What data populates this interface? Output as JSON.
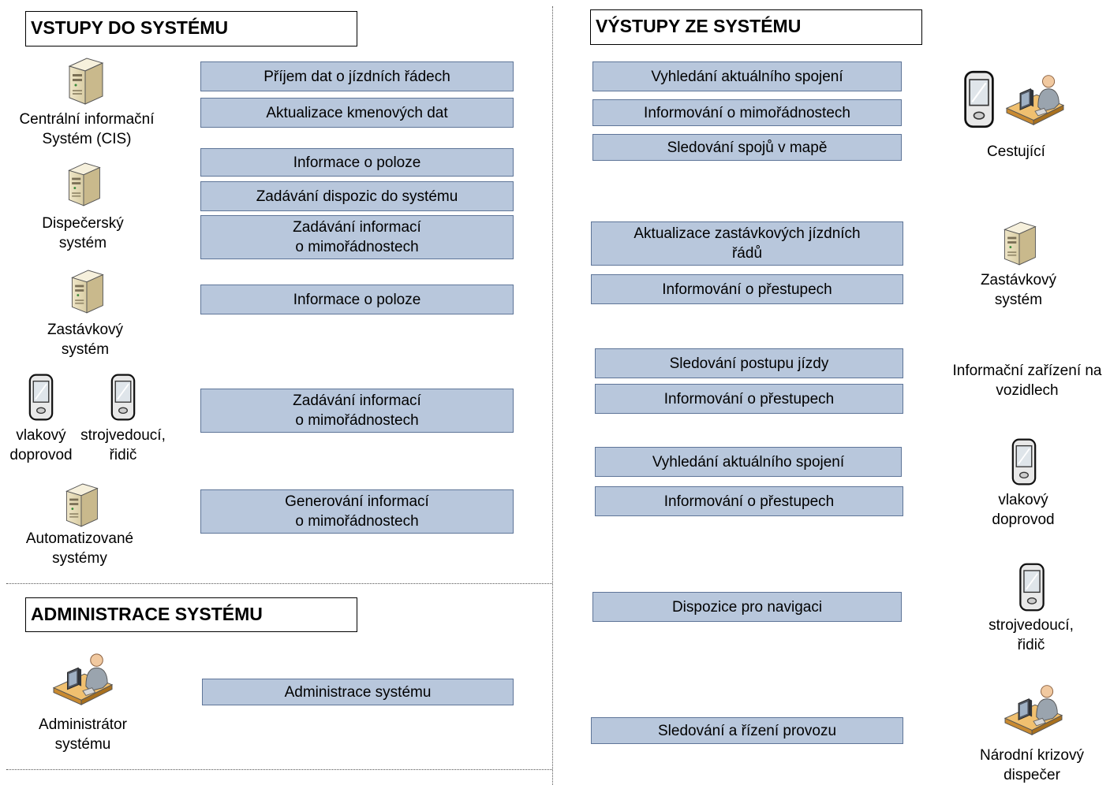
{
  "inputs": {
    "title": "VSTUPY DO SYSTÉMU",
    "actors": [
      {
        "label": "Centrální informační\nSystém (CIS)",
        "icon": "server-icon"
      },
      {
        "label": "Dispečerský\nsystém",
        "icon": "server-icon"
      },
      {
        "label": "Zastávkový\nsystém",
        "icon": "server-icon"
      },
      {
        "label": "vlakový\ndoprovod",
        "icon": "pda-icon"
      },
      {
        "label": "strojvedoucí,\nřidič",
        "icon": "pda-icon"
      },
      {
        "label": "Automatizované\nsystémy",
        "icon": "server-icon"
      }
    ],
    "functions": [
      "Příjem dat o jízdních řádech",
      "Aktualizace kmenových dat",
      "Informace o poloze",
      "Zadávání dispozic do systému",
      "Zadávání informací\no mimořádnostech",
      "Informace o poloze",
      "Zadávání informací\no mimořádnostech",
      "Generování informací\no mimořádnostech"
    ]
  },
  "admin": {
    "title": "ADMINISTRACE SYSTÉMU",
    "actor": {
      "label": "Administrátor\nsystému",
      "icon": "operator-icon"
    },
    "function": "Administrace systému"
  },
  "outputs": {
    "title": "VÝSTUPY ZE SYSTÉMU",
    "functions": [
      "Vyhledání aktuálního spojení",
      "Informování o mimořádnostech",
      "Sledování spojů v mapě",
      "Aktualizace zastávkových jízdních\nřádů",
      "Informování o přestupech",
      "Sledování postupu jízdy",
      "Informování o přestupech",
      "Vyhledání aktuálního spojení",
      "Informování o přestupech",
      "Dispozice pro navigaci",
      "Sledování a řízení provozu"
    ],
    "actors": [
      {
        "label": "Cestující",
        "icons": [
          "pda-icon",
          "operator-icon"
        ]
      },
      {
        "label": "Zastávkový\nsystém",
        "icon": "server-icon"
      },
      {
        "label": "Informační zařízení na\nvozidlech"
      },
      {
        "label": "vlakový\ndoprovod",
        "icon": "pda-icon"
      },
      {
        "label": "strojvedoucí,\nřidič",
        "icon": "pda-icon"
      },
      {
        "label": "Národní krizový\ndispečer",
        "icon": "operator-icon"
      }
    ]
  },
  "colors": {
    "box_fill": "#b8c7dc",
    "box_border": "#5e7598"
  }
}
